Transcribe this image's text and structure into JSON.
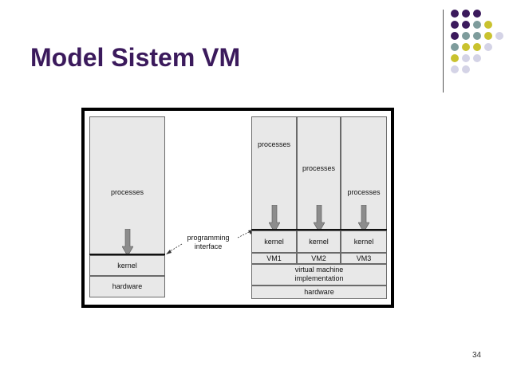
{
  "slide": {
    "title": "Model Sistem VM",
    "page_number": "34"
  },
  "colors": {
    "title": "#3b1a5c",
    "dot_purple": "#3b1a5c",
    "dot_teal": "#7e9c9c",
    "dot_olive": "#c9c22e",
    "dot_lavender": "#d4d3e6",
    "box_fill": "#e8e8e8",
    "arrow_fill": "#8c8c8c"
  },
  "decoration": {
    "dot_rows": [
      [
        "dot_purple",
        "dot_purple",
        "dot_purple"
      ],
      [
        "dot_purple",
        "dot_purple",
        "dot_teal",
        "dot_olive"
      ],
      [
        "dot_purple",
        "dot_teal",
        "dot_teal",
        "dot_olive",
        "dot_lavender"
      ],
      [
        "dot_teal",
        "dot_olive",
        "dot_olive",
        "dot_lavender"
      ],
      [
        "dot_olive",
        "dot_lavender",
        "dot_lavender"
      ],
      [
        "dot_lavender",
        "dot_lavender"
      ]
    ]
  },
  "diagram": {
    "left_stack": {
      "processes": "processes",
      "kernel": "kernel",
      "hardware": "hardware"
    },
    "programming_interface": {
      "line1": "programming",
      "line2": "interface"
    },
    "right_stack": {
      "vms": [
        {
          "processes": "processes",
          "kernel": "kernel",
          "vm": "VM1"
        },
        {
          "processes": "processes",
          "kernel": "kernel",
          "vm": "VM2"
        },
        {
          "processes": "processes",
          "kernel": "kernel",
          "vm": "VM3"
        }
      ],
      "vmi_line1": "virtual machine",
      "vmi_line2": "implementation",
      "hardware": "hardware"
    }
  }
}
